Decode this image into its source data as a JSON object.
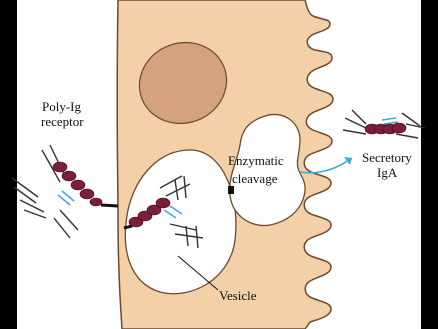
{
  "labels": {
    "poly_ig_line1": "Poly-Ig",
    "poly_ig_line2": "receptor",
    "enzymatic_line1": "Enzymatic",
    "enzymatic_line2": "cleavage",
    "secretory_line1": "Secretory",
    "secretory_line2": "IgA",
    "vesicle": "Vesicle"
  },
  "colors": {
    "cytoplasm": "#f4d0a8",
    "cell_outline": "#6b4a2f",
    "nucleus": "#d6a27c",
    "vesicle_fill": "#ffffff",
    "receptor_beads": "#7a1e3a",
    "antibody_stroke": "#333333",
    "j_chain": "#3aa8d8",
    "arrow": "#3aa8d8",
    "background": "#000000"
  }
}
